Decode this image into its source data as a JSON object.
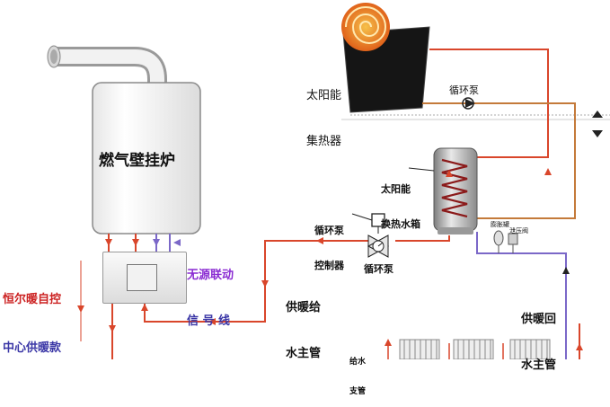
{
  "boiler": {
    "label": "燃气壁挂炉"
  },
  "controller": {
    "label_line1": "恒尔暖自控",
    "label_line2": "中心供暖款"
  },
  "wireless": {
    "label_line1": "无源联动",
    "label_line2": "信 号 线"
  },
  "collector": {
    "label_line1": "太阳能",
    "label_line2": "集热器"
  },
  "pump_top": {
    "label": "循环泵"
  },
  "tank": {
    "label_line1": "太阳能",
    "label_line2": "换热水箱"
  },
  "pump_controller": {
    "label_line1": "循环泵",
    "label_line2": "控制器"
  },
  "pump_bottom": {
    "label": "循环泵"
  },
  "supply": {
    "label_line1": "供暖给",
    "label_line2": "水主管"
  },
  "return": {
    "label_line1": "供暖回",
    "label_line2": "水主管"
  },
  "expansion": {
    "label1": "膨胀罐",
    "label2": "泄压阀"
  },
  "branch": {
    "label_line1": "给水",
    "label_line2": "支管"
  },
  "colors": {
    "hot_pipe": "#d9462b",
    "cold_pipe": "#7b68c8",
    "solar_pipe": "#c47a3a",
    "text_red": "#cc2222",
    "text_blue": "#3a36a6",
    "text_purple": "#8a2bd2"
  }
}
